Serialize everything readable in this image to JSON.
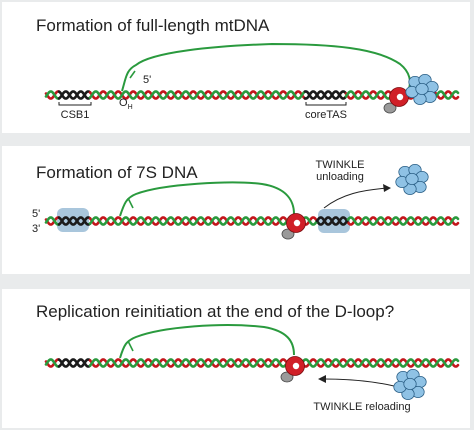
{
  "colors": {
    "strand_green": "#2a9a3e",
    "strand_red": "#c4161c",
    "strand_black": "#1b1b1b",
    "polymerase": "#d01f27",
    "polymerase_grey": "#9a9a9a",
    "helicase": "#8fc2e5",
    "helicase_outline": "#2b5f86",
    "blocker": "#a9c6dc",
    "background": "#e9ebec"
  },
  "icons": {
    "polymerase": "polymerase-icon",
    "helicase": "twinkle-helicase-icon",
    "arrow": "arrow-icon"
  },
  "panels": [
    {
      "title": "Formation of full-length mtDNA",
      "labels": {
        "five_prime": "5'",
        "csb1": "CSB1",
        "oh_main": "O",
        "oh_sub": "H",
        "coretas": "coreTAS"
      }
    },
    {
      "title": "Formation of 7S DNA",
      "labels": {
        "five_prime": "5'",
        "three_prime": "3'",
        "twinkle_unloading_1": "TWINKLE",
        "twinkle_unloading_2": "unloading"
      }
    },
    {
      "title": "Replication reinitiation at the end of the D-loop?",
      "labels": {
        "twinkle_reloading": "TWINKLE reloading"
      }
    }
  ]
}
